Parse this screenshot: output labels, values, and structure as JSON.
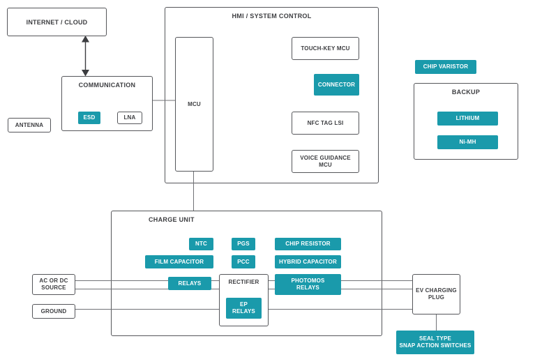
{
  "diagram": {
    "internet_cloud": "INTERNET / CLOUD",
    "antenna": "ANTENNA",
    "communication": {
      "title": "COMMUNICATION",
      "esd": "ESD",
      "lna": "LNA"
    },
    "hmi": {
      "title": "HMI / SYSTEM CONTROL",
      "mcu": "MCU",
      "touch_key_mcu": "TOUCH-KEY MCU",
      "connector": "CONNECTOR",
      "nfc_tag_lsi": "NFC TAG LSI",
      "voice_guidance_mcu": [
        "VOICE GUIDANCE",
        "MCU"
      ]
    },
    "chip_varistor": "CHIP VARISTOR",
    "backup": {
      "title": "BACKUP",
      "lithium": "LITHIUM",
      "ni_mh": "Ni-MH"
    },
    "charge_unit": {
      "title": "CHARGE UNIT",
      "ntc": "NTC",
      "pgs": "PGS",
      "chip_resistor": "CHIP RESISTOR",
      "film_capacitor": "FILM CAPACITOR",
      "pcc": "PCC",
      "hybrid_capacitor": "HYBRID CAPACITOR",
      "relays": "RELAYS",
      "rectifier": "RECTIFIER",
      "ep_relays": [
        "EP",
        "RELAYS"
      ],
      "photomos_relays": [
        "PHOTOMOS",
        "RELAYS"
      ]
    },
    "ac_or_dc_source": [
      "AC OR DC",
      "SOURCE"
    ],
    "ground": "GROUND",
    "ev_charging_plug": [
      "EV CHARGING",
      "PLUG"
    ],
    "seal_type_snap_action_switches": [
      "SEAL TYPE",
      "SNAP ACTION SWITCHES"
    ]
  },
  "colors": {
    "teal": "#1a9aab",
    "border": "#55565a",
    "text": "#3c3d40",
    "line": "#707276",
    "background": "#ffffff"
  }
}
